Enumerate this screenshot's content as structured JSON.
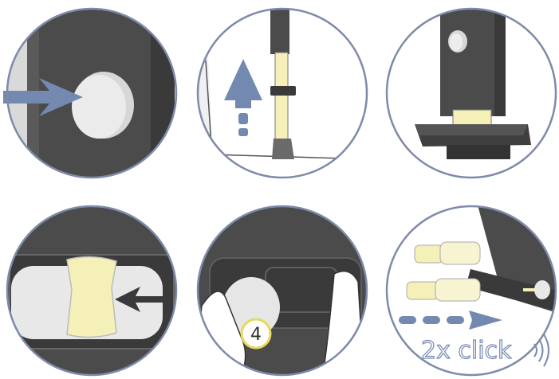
{
  "figure": {
    "step_badge": "4",
    "click_label": "2x click",
    "colors": {
      "circle_border": "#7e8ba8",
      "device_dark": "#4b4b4b",
      "device_darker": "#3a3a3a",
      "arrow_blue": "#7489b0",
      "button_light": "#e8e8e8",
      "cartridge_yellow": "#f4f0b8",
      "badge_yellow": "#e8d85a",
      "gray_bg": "#e6e6e6"
    },
    "panels": [
      {
        "id": "press-button",
        "icons": [
          "arrow-icon",
          "round-button-icon"
        ]
      },
      {
        "id": "insert-strip",
        "icons": [
          "up-arrow-icon",
          "strip-icon"
        ]
      },
      {
        "id": "device-dock",
        "icons": [
          "button-icon",
          "dock-icon"
        ]
      },
      {
        "id": "slide-cover",
        "icons": [
          "left-arrow-icon",
          "slider-icon"
        ]
      },
      {
        "id": "hold-device",
        "icons": [
          "hand-icon",
          "badge-icon"
        ]
      },
      {
        "id": "click-twice",
        "icons": [
          "cartridge-icon",
          "dashed-arrow-icon",
          "sound-waves-icon"
        ]
      }
    ]
  }
}
